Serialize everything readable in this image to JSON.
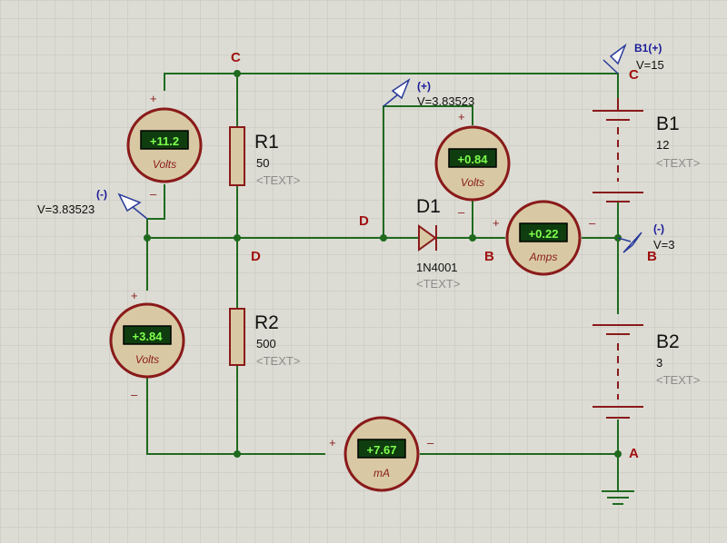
{
  "nodes": {
    "c_top": "C",
    "c_right": "C",
    "d_left": "D",
    "d_mid": "D",
    "b_mid": "B",
    "b_right": "B",
    "a": "A"
  },
  "components": {
    "r1": {
      "name": "R1",
      "value": "50",
      "text": "<TEXT>"
    },
    "r2": {
      "name": "R2",
      "value": "500",
      "text": "<TEXT>"
    },
    "d1": {
      "name": "D1",
      "value": "1N4001",
      "text": "<TEXT>"
    },
    "b1": {
      "name": "B1",
      "value": "12",
      "text": "<TEXT>"
    },
    "b2": {
      "name": "B2",
      "value": "3",
      "text": "<TEXT>"
    }
  },
  "probes": {
    "b1_plus": {
      "name": "B1(+)",
      "value": "V=15"
    },
    "plus": {
      "name": "(+)",
      "value": "V=3.83523"
    },
    "minus_left": {
      "name": "(-)",
      "value": "V=3.83523"
    },
    "minus_right": {
      "name": "(-)",
      "value": "V=3"
    }
  },
  "meters": {
    "v_r1": {
      "reading": "+11.2",
      "unit": "Volts",
      "plus": "+",
      "minus": "–"
    },
    "v_d1": {
      "reading": "+0.84",
      "unit": "Volts",
      "plus": "+",
      "minus": "–"
    },
    "a_b": {
      "reading": "+0.22",
      "unit": "Amps",
      "plus": "+",
      "minus": "–"
    },
    "v_r2": {
      "reading": "+3.84",
      "unit": "Volts",
      "plus": "+",
      "minus": "–"
    },
    "ma": {
      "reading": "+7.67",
      "unit": "mA",
      "plus": "+",
      "minus": "–"
    }
  },
  "colors": {
    "wire": "#1f6a1f",
    "component": "#8a1a1a",
    "display": "#0f3d0f",
    "readout": "#7dff4d",
    "node_label": "#a01010",
    "probe": "#1a1a9a"
  }
}
